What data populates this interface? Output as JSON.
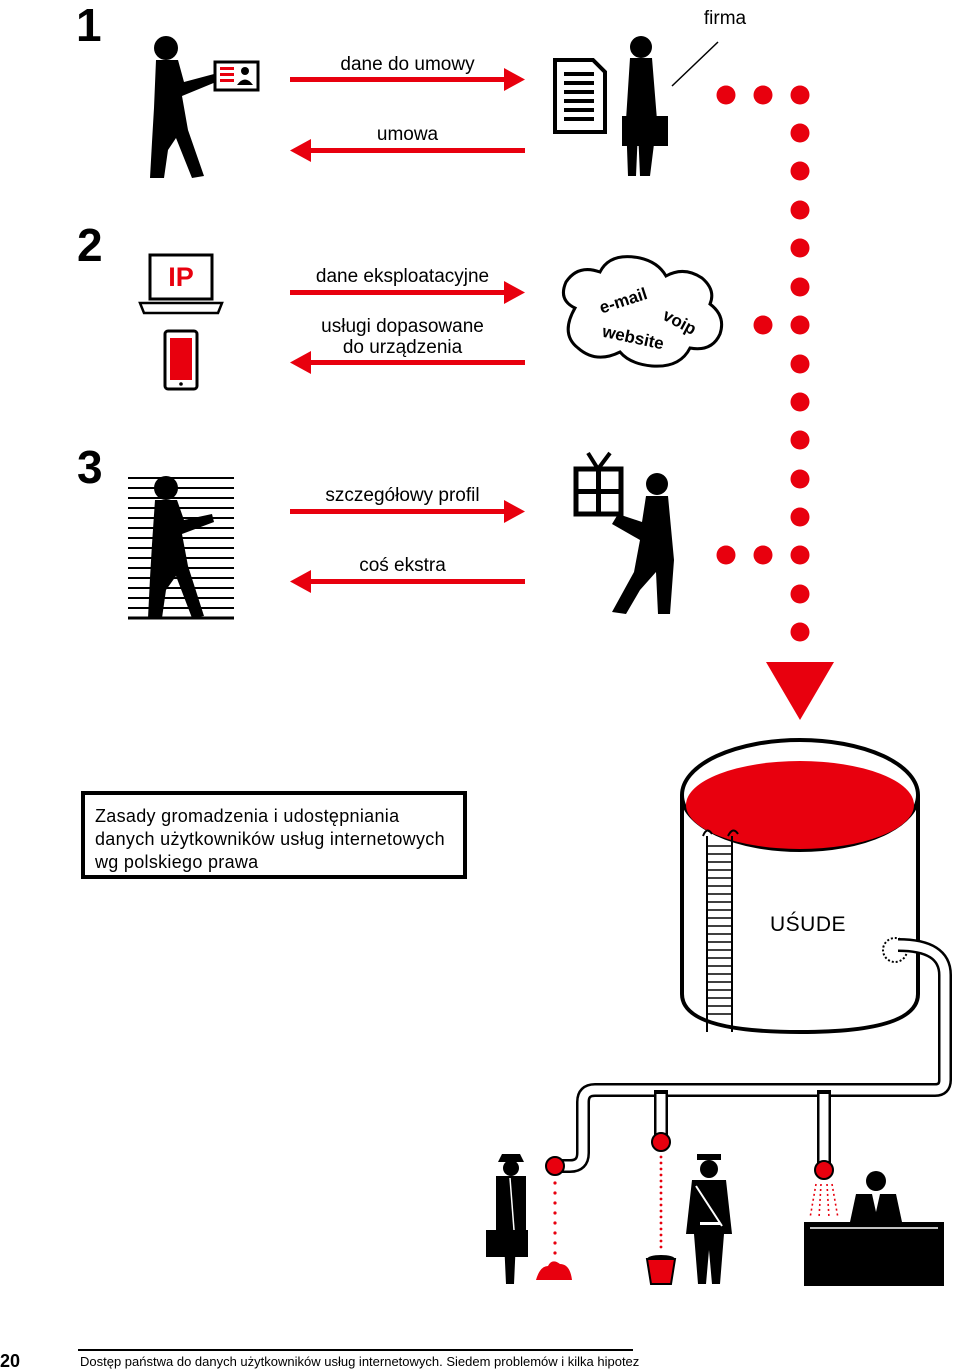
{
  "steps": [
    {
      "number": "1",
      "arrow_out": "dane do umowy",
      "arrow_in": "umowa"
    },
    {
      "number": "2",
      "device_label": "IP",
      "arrow_out": "dane eksploatacyjne",
      "arrow_in_line1": "usługi dopasowane",
      "arrow_in_line2": "do urządzenia",
      "cloud": {
        "email": "e-mail",
        "voip": "voip",
        "website": "website"
      }
    },
    {
      "number": "3",
      "arrow_out": "szczegółowy profil",
      "arrow_in": "coś ekstra"
    }
  ],
  "company_label": "firma",
  "info_box": {
    "line1": "Zasady gromadzenia i udostępniania",
    "line2": "danych użytkowników usług internetowych",
    "line3": "wg polskiego prawa"
  },
  "tank_label": "UŚUDE",
  "footer": {
    "page_number": "20",
    "text": "Dostęp państwa do danych użytkowników usług internetowych. Siedem problemów i kilka hipotez"
  },
  "colors": {
    "accent": "#e8000e",
    "ink": "#000000",
    "background": "#ffffff"
  }
}
